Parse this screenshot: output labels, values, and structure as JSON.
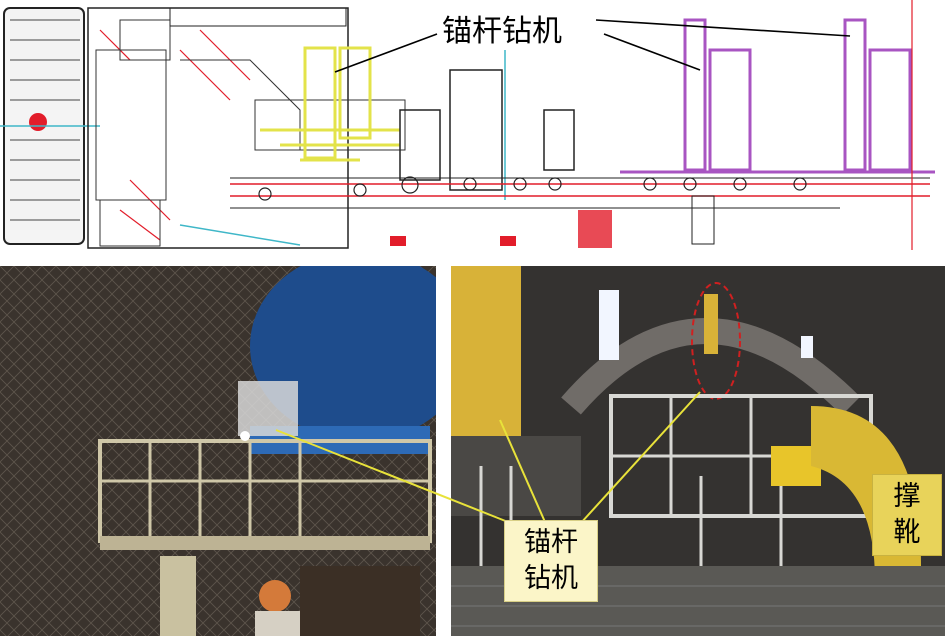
{
  "cad_drawing": {
    "label": "锚杆钻机",
    "colors": {
      "outline": "#222222",
      "accent_red": "#e21d2a",
      "accent_cyan": "#3fb7c8",
      "drill_yellow": "#e3e34a",
      "drill_purple": "#a855c2"
    }
  },
  "photo_left": {
    "description_icon": "tunnel-platform-photo"
  },
  "photo_right": {
    "description_icon": "tunnel-platform-photo"
  },
  "annotations": {
    "drill_label_line1": "锚杆",
    "drill_label_line2": "钻机",
    "brace_label_line1": "撑",
    "brace_label_line2": "靴"
  }
}
